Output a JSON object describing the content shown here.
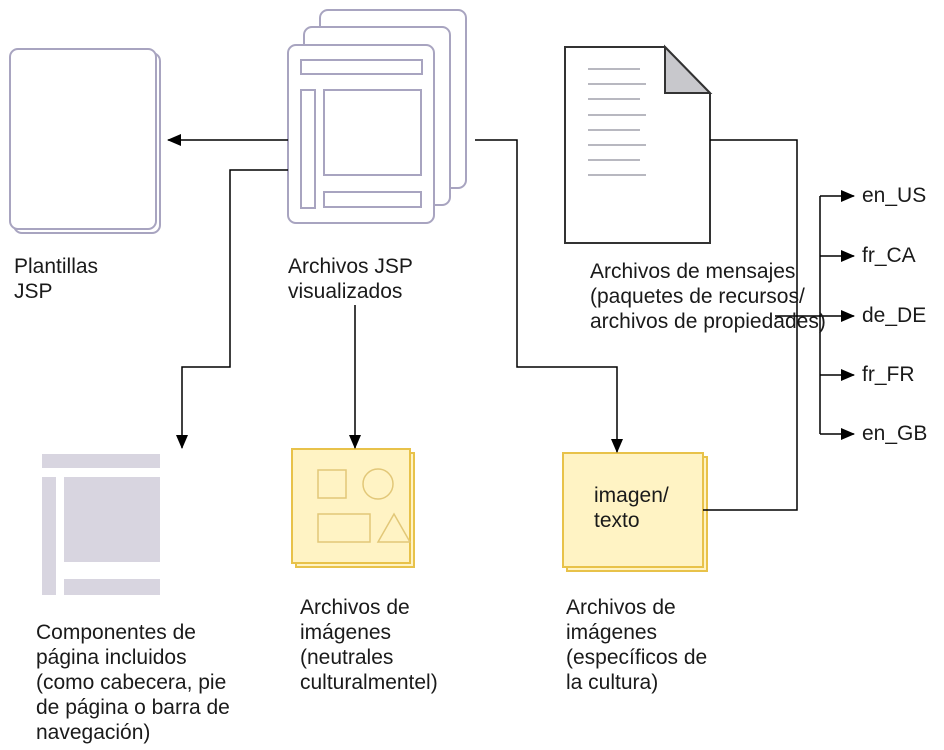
{
  "labels": {
    "templates_line1": "Plantillas",
    "templates_line2": "JSP",
    "rendered_line1": "Archivos JSP",
    "rendered_line2": "visualizados",
    "messages_line1": "Archivos de mensajes",
    "messages_line2": "(paquetes de recursos/",
    "messages_line3": "archivos de propiedades)",
    "components_line1": "Componentes de",
    "components_line2": "página incluidos",
    "components_line3": "(como cabecera, pie",
    "components_line4": "de página o barra de",
    "components_line5": "navegación)",
    "neutral_line1": "Archivos de",
    "neutral_line2": "imágenes",
    "neutral_line3": "(neutrales",
    "neutral_line4": "culturalmentel)",
    "specific_line1": "Archivos de",
    "specific_line2": "imágenes",
    "specific_line3": "(específicos de",
    "specific_line4": "la cultura)",
    "image_text_line1": "imagen/",
    "image_text_line2": "texto"
  },
  "locales": [
    "en_US",
    "fr_CA",
    "de_DE",
    "fr_FR",
    "en_GB"
  ],
  "colors": {
    "page_outline": "#a8a4c0",
    "page_fill": "#ffffff",
    "component_fill": "#d8d5e0",
    "image_fill": "#fff3c4",
    "image_border": "#e8c24a",
    "image_shape": "#e9d48a",
    "doc_fold": "#c8c8cc",
    "connector": "#000000"
  }
}
